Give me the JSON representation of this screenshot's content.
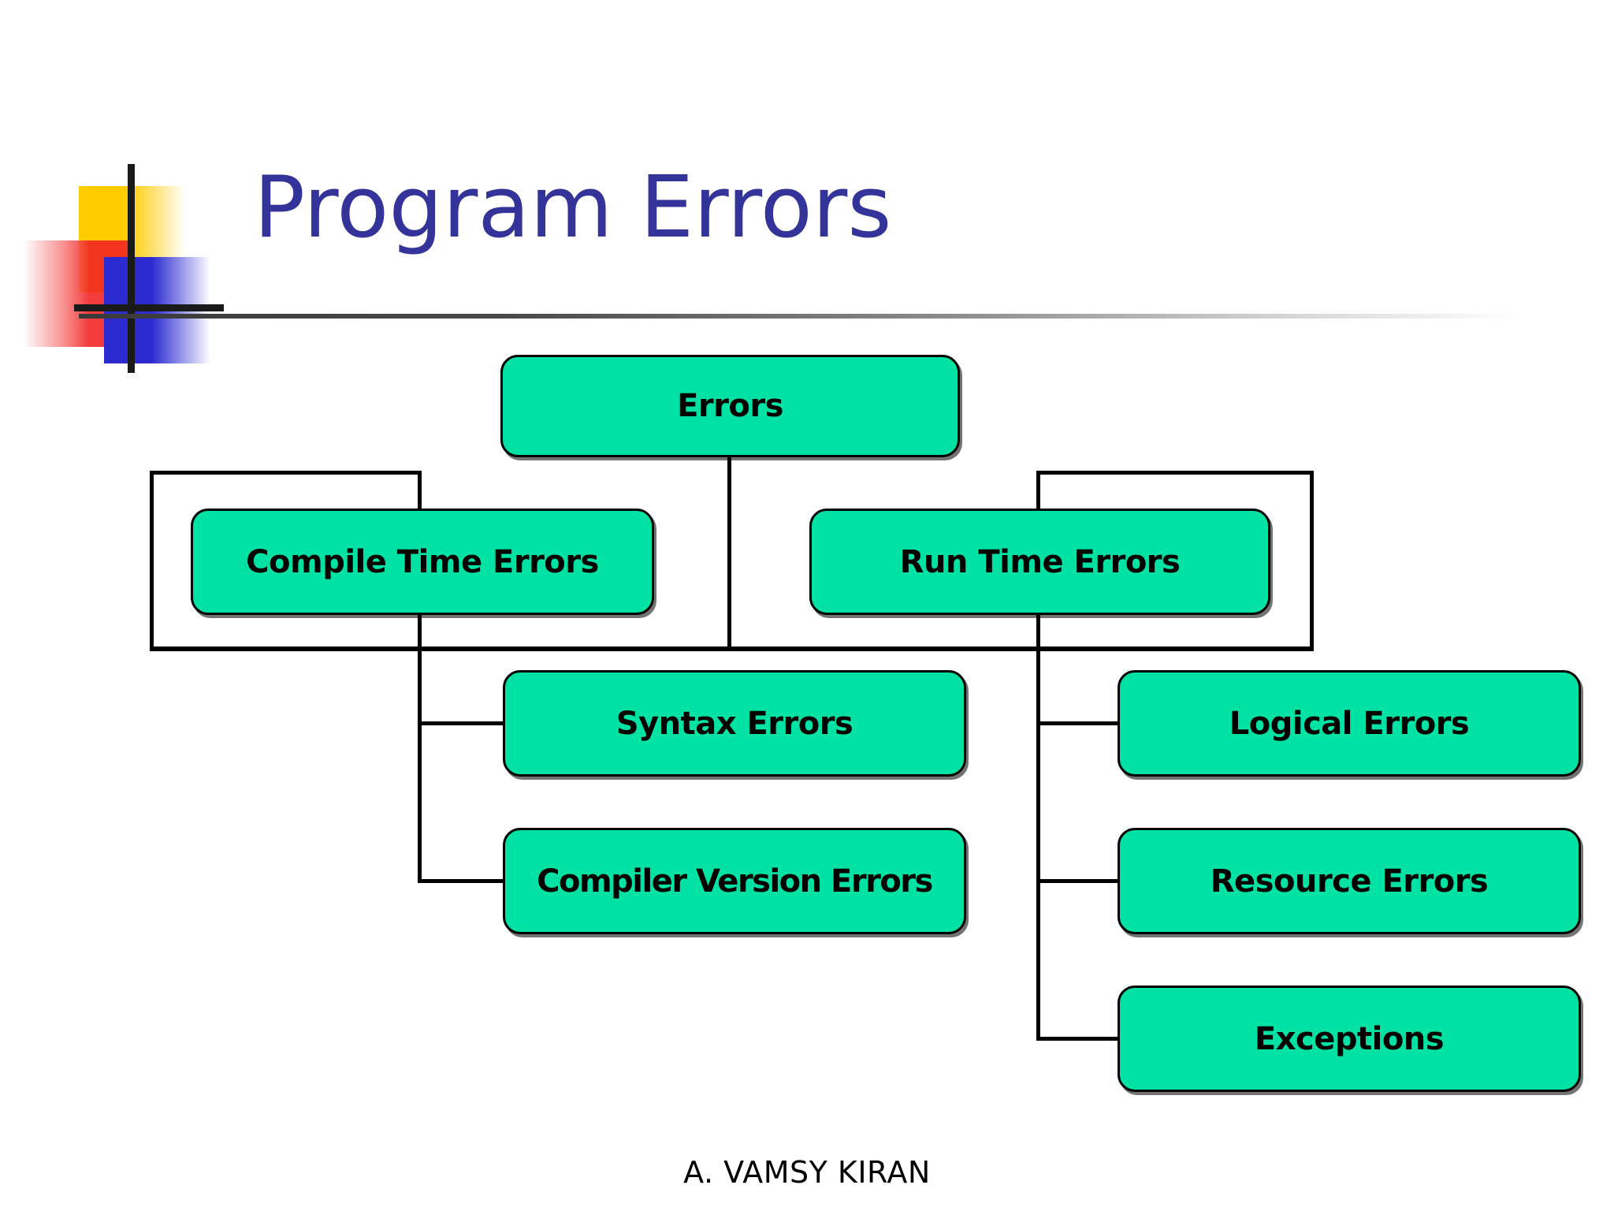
{
  "slide": {
    "title": "Program Errors",
    "footer": "A. VAMSY KIRAN",
    "background_color": "#FFFFFF",
    "title_color": "#333399",
    "node_fill_color": "#00E2A3",
    "node_border_color": "#000000",
    "node_text_color": "#000000",
    "connector_color": "#000000"
  },
  "logo": {
    "yellow_color": "#FFCC00",
    "red_color": "#F02020",
    "blue_color": "#2B2BD0",
    "cross_color": "#1A1A1A"
  },
  "diagram": {
    "type": "tree",
    "root": {
      "id": "errors",
      "label": "Errors"
    },
    "nodes": [
      {
        "id": "errors",
        "label": "Errors",
        "level": 0,
        "parent": null
      },
      {
        "id": "compile-time",
        "label": "Compile Time Errors",
        "level": 1,
        "parent": "errors"
      },
      {
        "id": "run-time",
        "label": "Run Time Errors",
        "level": 1,
        "parent": "errors"
      },
      {
        "id": "syntax",
        "label": "Syntax Errors",
        "level": 2,
        "parent": "compile-time"
      },
      {
        "id": "compiler-version",
        "label": "Compiler Version Errors",
        "level": 2,
        "parent": "compile-time"
      },
      {
        "id": "logical",
        "label": "Logical Errors",
        "level": 2,
        "parent": "run-time"
      },
      {
        "id": "resource",
        "label": "Resource Errors",
        "level": 2,
        "parent": "run-time"
      },
      {
        "id": "exceptions",
        "label": "Exceptions",
        "level": 2,
        "parent": "run-time"
      }
    ]
  }
}
